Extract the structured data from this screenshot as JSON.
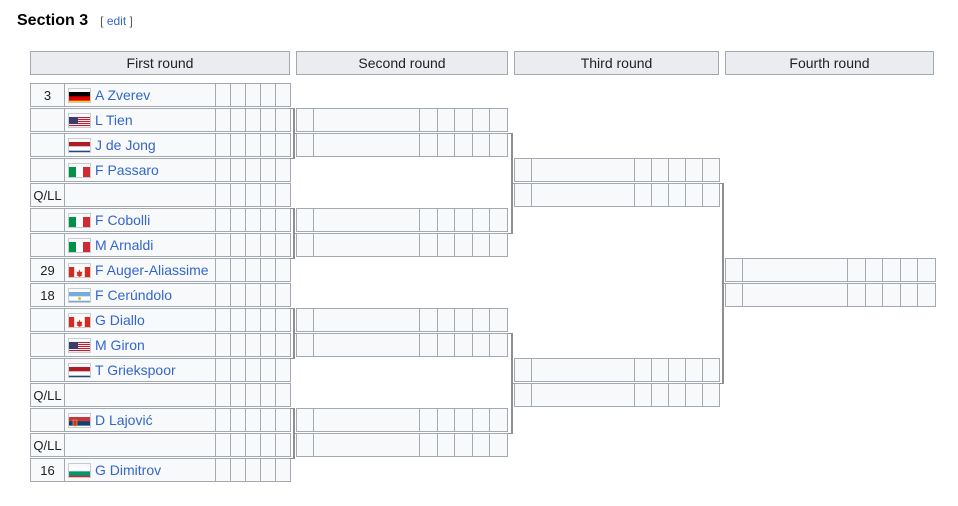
{
  "section": {
    "title": "Section 3",
    "edit_open": "[",
    "edit_label": "edit",
    "edit_close": "]"
  },
  "rounds": [
    "First round",
    "Second round",
    "Third round",
    "Fourth round"
  ],
  "first_round": [
    {
      "seed": "3",
      "flag": "germany-flag",
      "player": "A Zverev"
    },
    {
      "seed": "",
      "flag": "usa-flag",
      "player": "L Tien"
    },
    {
      "seed": "",
      "flag": "netherlands-flag",
      "player": "J de Jong"
    },
    {
      "seed": "",
      "flag": "italy-flag",
      "player": "F Passaro"
    },
    {
      "seed": "Q/LL",
      "flag": "",
      "player": ""
    },
    {
      "seed": "",
      "flag": "italy-flag",
      "player": "F Cobolli"
    },
    {
      "seed": "",
      "flag": "italy-flag",
      "player": "M Arnaldi"
    },
    {
      "seed": "29",
      "flag": "canada-flag",
      "player": "F Auger-Aliassime"
    },
    {
      "seed": "18",
      "flag": "argentina-flag",
      "player": "F Cerúndolo"
    },
    {
      "seed": "",
      "flag": "canada-flag",
      "player": "G Diallo"
    },
    {
      "seed": "",
      "flag": "usa-flag",
      "player": "M Giron"
    },
    {
      "seed": "",
      "flag": "netherlands-flag",
      "player": "T Griekspoor"
    },
    {
      "seed": "Q/LL",
      "flag": "",
      "player": ""
    },
    {
      "seed": "",
      "flag": "serbia-flag",
      "player": "D Lajović"
    },
    {
      "seed": "Q/LL",
      "flag": "",
      "player": ""
    },
    {
      "seed": "16",
      "flag": "bulgaria-flag",
      "player": "G Dimitrov"
    }
  ]
}
